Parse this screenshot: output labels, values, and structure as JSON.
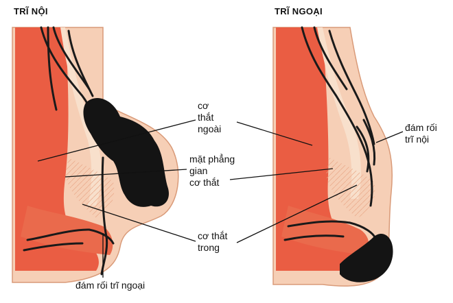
{
  "titles": {
    "left": "TRĨ NỘI",
    "right": "TRĨ NGOẠI"
  },
  "labels": {
    "external_sphincter": [
      "cơ",
      "thắt",
      "ngoài"
    ],
    "intersphincteric_plane": [
      "mặt phẳng",
      "gian",
      "cơ thắt"
    ],
    "internal_sphincter": [
      "cơ thắt",
      "trong"
    ],
    "external_plexus": "đám rối trĩ ngoại",
    "internal_plexus": [
      "đám rối",
      "trĩ nội"
    ]
  },
  "colors": {
    "muscle": "#e8543a",
    "muscle_light": "#f08a6e",
    "tissue": "#f6cfb6",
    "tissue_dark": "#efb998",
    "vessel": "#1a1a1a",
    "background": "#ffffff"
  }
}
